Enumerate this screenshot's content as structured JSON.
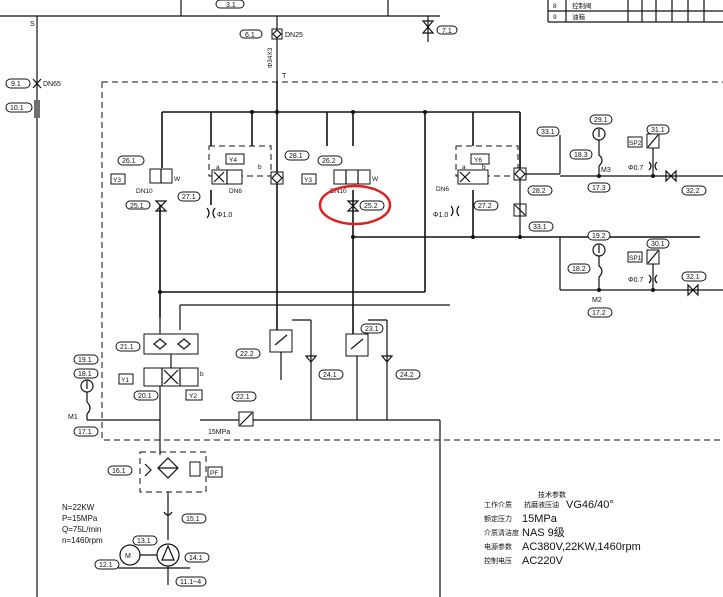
{
  "tags": {
    "t3_1": "3.1",
    "t6_1": "6.1",
    "t7_1": "7.1",
    "t9_1": "9.1",
    "t10_1": "10.1",
    "t26_1": "26.1",
    "t25_1": "25.1",
    "t27_1": "27.1",
    "t28_1": "28.1",
    "t26_2": "26.2",
    "t25_2": "25.2",
    "t27_2": "27.2",
    "t28_2": "28.2",
    "t33_1a": "33.1",
    "t33_1b": "33.1",
    "t29_1": "29.1",
    "t18_3": "18.3",
    "t17_3": "17.3",
    "t31_1": "31.1",
    "t32_2": "32.2",
    "t19_2": "19.2",
    "t18_2": "18.2",
    "t17_2": "17.2",
    "t30_1": "30.1",
    "t32_1": "32.1",
    "t21_1": "21.1",
    "t20_1": "20.1",
    "t22_2": "22.2",
    "t22_1": "22.1",
    "t23_1": "23.1",
    "t24_1": "24.1",
    "t24_2": "24.2",
    "t19_1": "19.1",
    "t18_1": "18.1",
    "t17_1": "17.1",
    "t16_1": "16.1",
    "t15_1": "15.1",
    "t13_1": "13.1",
    "t14_1": "14.1",
    "t12_1": "12.1",
    "t11_1": "11.1~4"
  },
  "labels": {
    "S": "S",
    "T": "T",
    "dn25": "DN25",
    "dn65": "DN65",
    "pipe": "Φ34X3",
    "y3a": "Y3",
    "y4": "Y4",
    "y3b": "Y3",
    "y6": "Y6",
    "y1": "Y1",
    "y2": "Y2",
    "dn10a": "DN10",
    "dn6a": "DN6",
    "dn10b": "DN10",
    "dn6b": "DN6",
    "phi1a": "Φ1.0",
    "phi1b": "Φ1.0",
    "phi07a": "Φ0.7",
    "phi07b": "Φ0.7",
    "sp2": "SP2",
    "sp1": "SP1",
    "m3": "M3",
    "m2": "M2",
    "m1": "M1",
    "pf": "PF",
    "p15": "15MPa",
    "a": "a",
    "b": "b",
    "w": "W"
  },
  "motor": {
    "n": "N=22KW",
    "p": "P=15MPa",
    "q": "Q=75L/min",
    "rpm": "n=1460rpm"
  },
  "specs": {
    "heading": "技术参数",
    "rows": [
      {
        "k": "工作介质",
        "k2": "抗磨液压油",
        "v": "VG46/40°"
      },
      {
        "k": "额定压力",
        "k2": "",
        "v": "15MPa"
      },
      {
        "k": "介质清洁度",
        "k2": "",
        "v": "NAS  9级"
      },
      {
        "k": "电源参数",
        "k2": "",
        "v": "AC380V,22KW,1460rpm"
      },
      {
        "k": "控制电压",
        "k2": "",
        "v": "AC220V"
      }
    ]
  },
  "topTable": {
    "rows": [
      {
        "no": "8",
        "name": "控制阀"
      },
      {
        "no": "9",
        "name": "油箱"
      }
    ]
  },
  "highlight": {
    "target": "25.2",
    "color": "#e02020"
  }
}
